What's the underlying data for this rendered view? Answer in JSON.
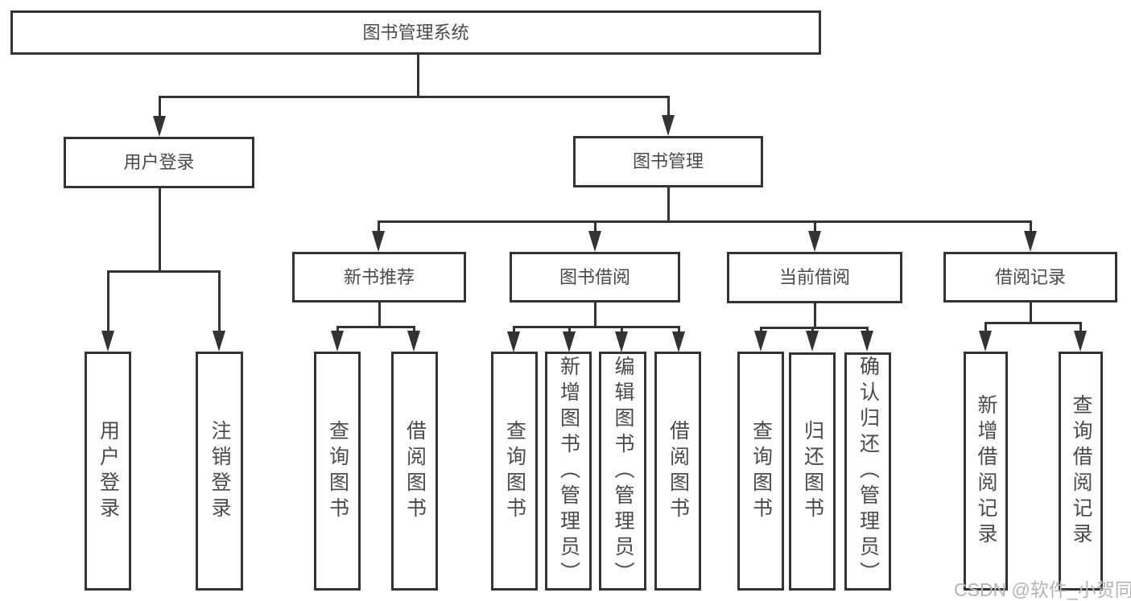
{
  "tree": {
    "label": "图书管理系统",
    "children": [
      {
        "label": "用户登录",
        "children": [
          {
            "label": "用户登录"
          },
          {
            "label": "注销登录"
          }
        ]
      },
      {
        "label": "图书管理",
        "children": [
          {
            "label": "新书推荐",
            "children": [
              {
                "label": "查询图书"
              },
              {
                "label": "借阅图书"
              }
            ]
          },
          {
            "label": "图书借阅",
            "children": [
              {
                "label": "查询图书"
              },
              {
                "label": "新增图书（管理员）"
              },
              {
                "label": "编辑图书（管理员）"
              },
              {
                "label": "借阅图书"
              }
            ]
          },
          {
            "label": "当前借阅",
            "children": [
              {
                "label": "查询图书"
              },
              {
                "label": "归还图书"
              },
              {
                "label": "确认归还（管理员）"
              }
            ]
          },
          {
            "label": "借阅记录",
            "children": [
              {
                "label": "新增借阅记录"
              },
              {
                "label": "查询借阅记录"
              }
            ]
          }
        ]
      }
    ]
  },
  "watermark": {
    "text": "CSDN @软件_小贺同学"
  },
  "colors": {
    "line": "#333333",
    "text": "#4a4a4a",
    "watermark": "#b4b4b4",
    "background": "#ffffff"
  }
}
